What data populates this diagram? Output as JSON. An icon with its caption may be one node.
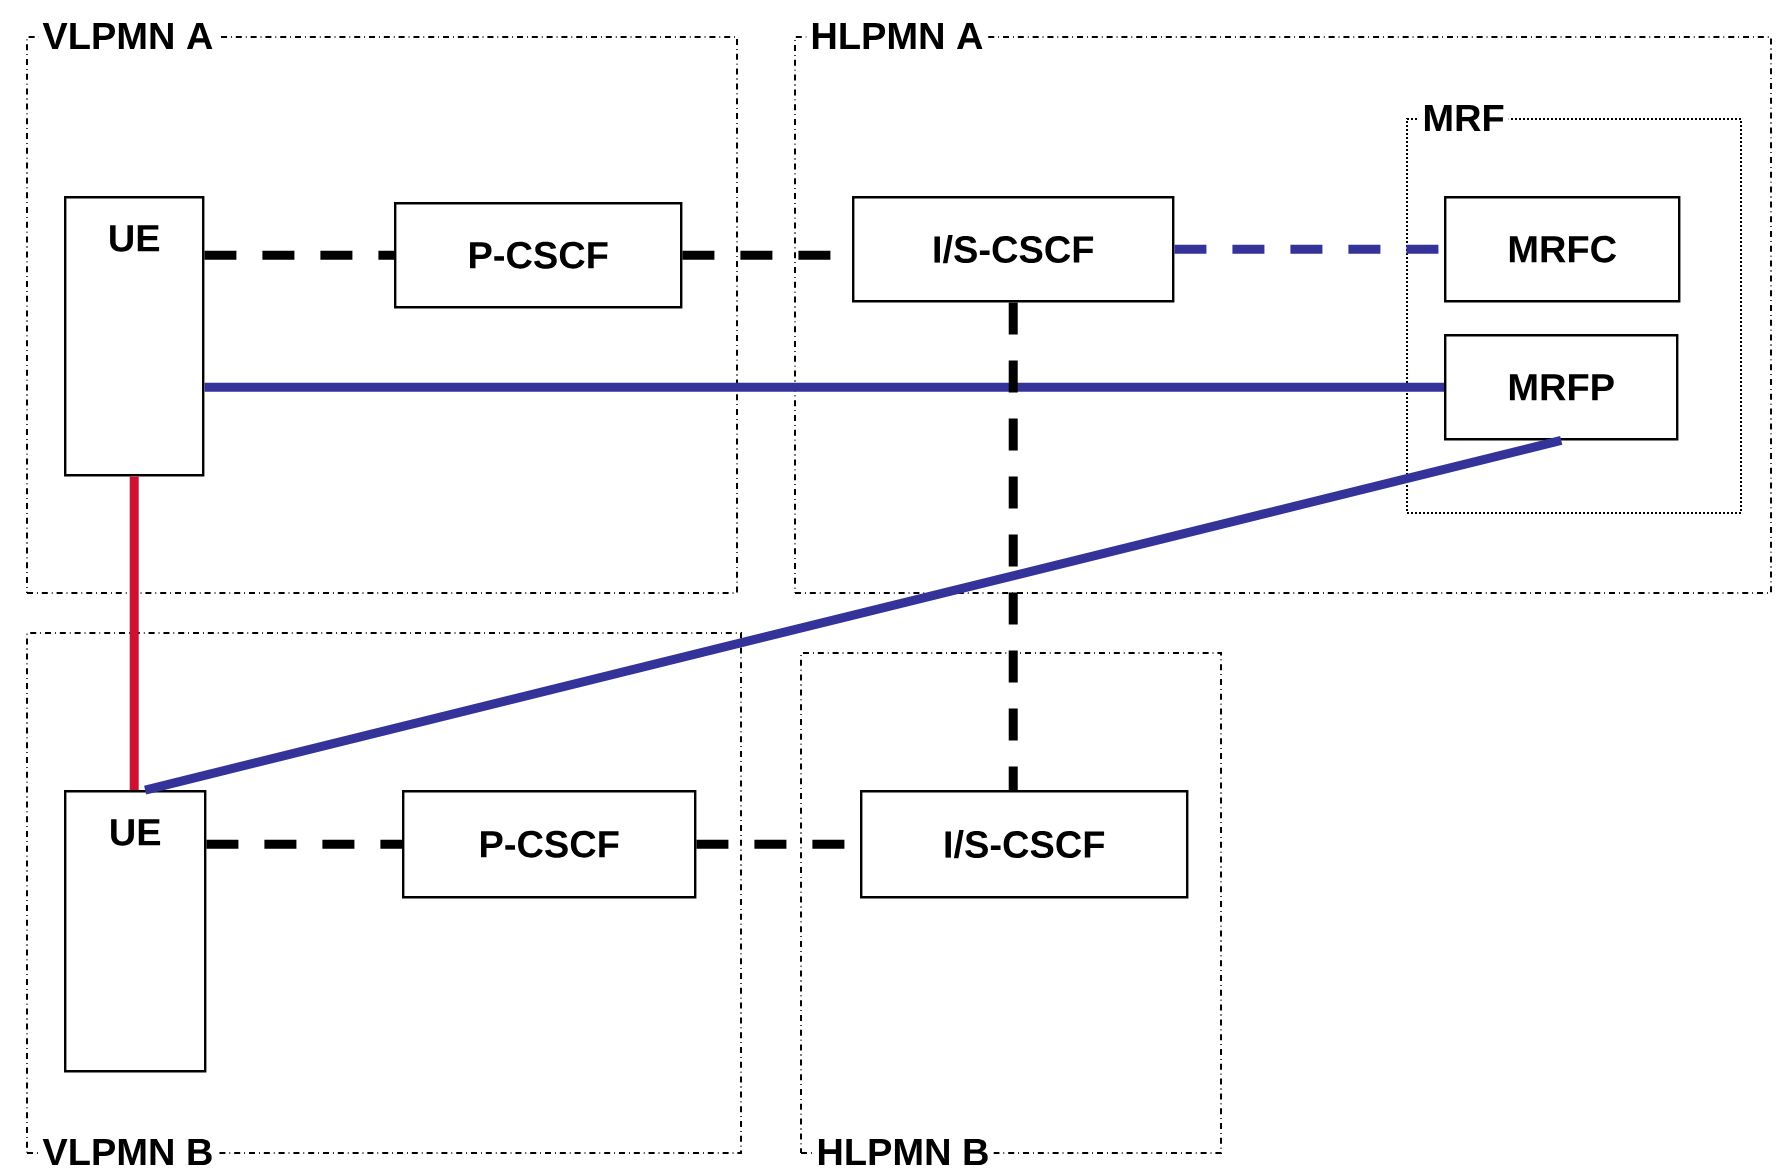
{
  "diagram": {
    "nodes": [
      {
        "text": [
          "VLPMN A"
        ]
      },
      {
        "text": [
          "UE"
        ],
        "in": 0
      },
      {
        "text": [
          "P-CSCF"
        ],
        "in": 0
      },
      {
        "text": [
          "HLPMN A"
        ]
      },
      {
        "text": [
          "I/S-CSCF"
        ],
        "in": 3
      },
      {
        "text": [
          "MRF"
        ],
        "in": 3
      },
      {
        "text": [
          "MRFC"
        ],
        "in": 5
      },
      {
        "text": [
          "MRFP"
        ],
        "in": 5
      },
      {
        "text": [
          "VLPMN B"
        ]
      },
      {
        "text": [
          "UE"
        ],
        "in": 8
      },
      {
        "text": [
          "P-CSCF"
        ],
        "in": 8
      },
      {
        "text": [
          "HLPMN B"
        ]
      },
      {
        "text": [
          "I/S-CSCF"
        ],
        "in": 11
      }
    ],
    "edges": [
      {
        "from": 1,
        "to": 2,
        "arrow": "none",
        "style": "dashed"
      },
      {
        "from": 2,
        "to": 4,
        "arrow": "none",
        "style": "dashed"
      },
      {
        "from": 4,
        "to": 6,
        "arrow": "none",
        "style": "dashed",
        "color": "#333399"
      },
      {
        "from": 1,
        "to": 7,
        "arrow": "none",
        "color": "#333399"
      },
      {
        "from": 4,
        "to": 12,
        "arrow": "none",
        "style": "dashed"
      },
      {
        "from": 1,
        "to": 9,
        "arrow": "none",
        "color": "#cc1133"
      },
      {
        "from": 9,
        "to": 7,
        "arrow": "none",
        "color": "#333399"
      },
      {
        "from": 9,
        "to": 10,
        "arrow": "none",
        "style": "dashed"
      },
      {
        "from": 10,
        "to": 12,
        "arrow": "none",
        "style": "dashed"
      }
    ]
  }
}
